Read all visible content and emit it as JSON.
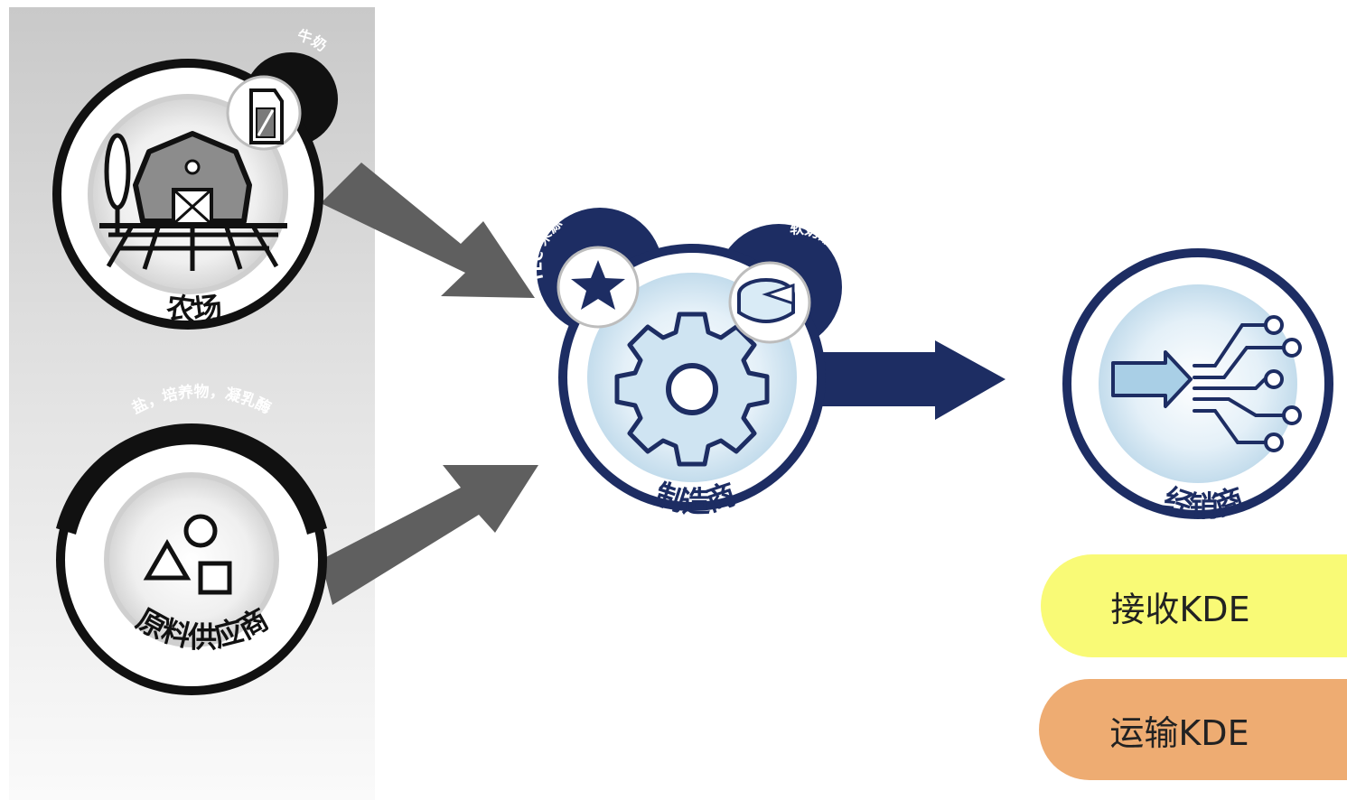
{
  "nodes": {
    "farm": {
      "label": "农场",
      "badge": "牛奶",
      "icon": "barn-icon",
      "badge_icon": "milk-carton-icon"
    },
    "supplier": {
      "label": "原料供应商",
      "band": "盐，培养物，凝乳酶",
      "icon": "shapes-icon"
    },
    "manufacturer": {
      "label": "制造商",
      "badge_left": "TLC 来源",
      "badge_right": "软奶酪",
      "icon": "gear-icon",
      "badge_left_icon": "star-icon",
      "badge_right_icon": "cheese-icon"
    },
    "distributor": {
      "label": "经销商",
      "icon": "distribution-arrows-icon"
    }
  },
  "kde": {
    "receive": "接收KDE",
    "ship": "运输KDE"
  },
  "colors": {
    "navy": "#1d2d63",
    "gray_arrow": "#5f5f5f",
    "light_blue": "#d7e9f4",
    "receive_fill": "#f9fa76",
    "ship_fill": "#eeac72"
  }
}
